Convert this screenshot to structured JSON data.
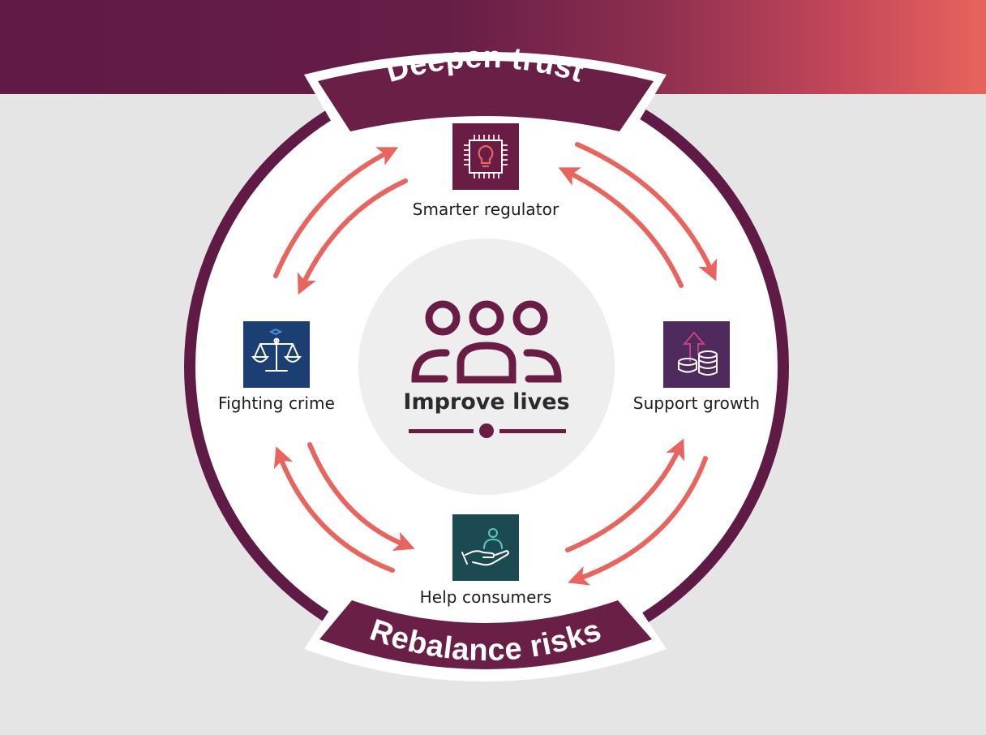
{
  "center": {
    "label": "Improve lives",
    "icon": "people-group-icon"
  },
  "banners": {
    "top": "Deepen trust",
    "bottom": "Rebalance risks"
  },
  "nodes": {
    "top": {
      "label": "Smarter regulator",
      "icon": "chip-lightbulb-icon",
      "color": "#6a1d44"
    },
    "right": {
      "label": "Support growth",
      "icon": "growth-coins-icon",
      "color": "#4f2a5c"
    },
    "bottom": {
      "label": "Help consumers",
      "icon": "hand-person-icon",
      "color": "#1c4a52"
    },
    "left": {
      "label": "Fighting crime",
      "icon": "scales-icon",
      "color": "#1b3e73"
    }
  },
  "colors": {
    "ring": "#5f1a45",
    "arrows": "#e8655f",
    "banner": "#6a1f47",
    "center_fill": "#efeeee",
    "band_start": "#5f1a45",
    "band_end": "#e8645d"
  }
}
